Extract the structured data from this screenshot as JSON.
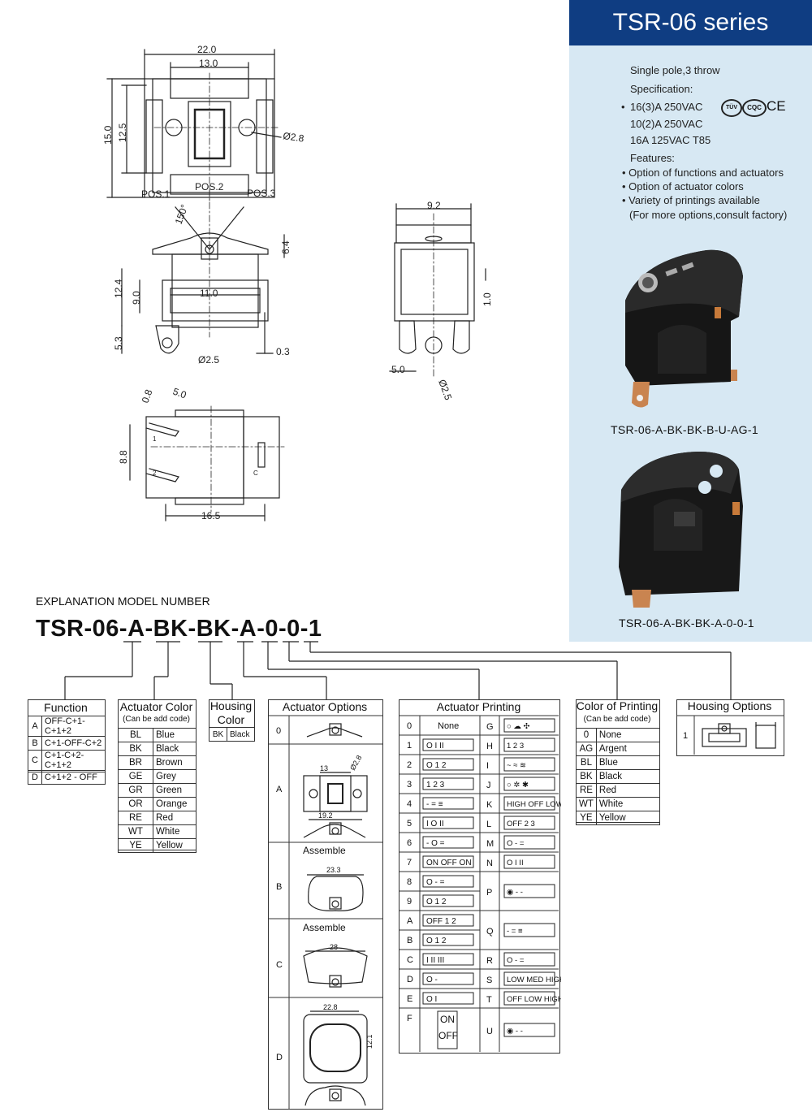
{
  "series_title": "TSR-06 series",
  "spec": {
    "pole": "Single pole,3 throw",
    "spec_label": "Specification:",
    "ratings": [
      "16(3)A 250VAC",
      "10(2)A 250VAC",
      "16A 125VAC T85"
    ],
    "features_label": "Features:",
    "features": [
      "Option of functions and actuators",
      "Option of actuator colors",
      "Variety of printings available"
    ],
    "note": "(For more options,consult factory)",
    "cert_marks": [
      "TÜV",
      "CQC",
      "CE"
    ]
  },
  "photos": {
    "caption1": "TSR-06-A-BK-BK-B-U-AG-1",
    "caption2": "TSR-06-A-BK-BK-A-0-0-1"
  },
  "drawing": {
    "dims": {
      "d22": "22.0",
      "d13": "13.0",
      "d15": "15.0",
      "d125": "12.5",
      "phi28": "Ø2.8",
      "pos1": "POS.1",
      "pos2": "POS.2",
      "pos3": "POS.3",
      "a150": "150°",
      "d64": "6.4",
      "d124": "12.4",
      "d90": "9.0",
      "d110": "11.0",
      "d53": "5.3",
      "phi25": "Ø2.5",
      "d03": "0.3",
      "d92": "9.2",
      "d10": "1.0",
      "d50": "5.0",
      "phi25b": "Ø2.5",
      "d08": "0.8",
      "d50b": "5.0",
      "d88": "8.8",
      "d165": "16.5",
      "t1": "1",
      "t2": "2",
      "tc": "C"
    }
  },
  "explanation": {
    "label": "EXPLANATION MODEL NUMBER",
    "model": "TSR-06-A-BK-BK-A-0-0-1"
  },
  "function": {
    "title": "Function",
    "rows": [
      [
        "A",
        "OFF-C+1-C+1+2"
      ],
      [
        "B",
        "C+1-OFF-C+2"
      ],
      [
        "C",
        "C+1-C+2-C+1+2"
      ],
      [
        "D",
        "C+1+2 - OFF"
      ]
    ]
  },
  "actuator_color": {
    "title": "Actuator Color",
    "subtitle": "(Can be add code)",
    "rows": [
      [
        "BL",
        "Blue"
      ],
      [
        "BK",
        "Black"
      ],
      [
        "BR",
        "Brown"
      ],
      [
        "GE",
        "Grey"
      ],
      [
        "GR",
        "Green"
      ],
      [
        "OR",
        "Orange"
      ],
      [
        "RE",
        "Red"
      ],
      [
        "WT",
        "White"
      ],
      [
        "YE",
        "Yellow"
      ]
    ]
  },
  "housing_color": {
    "title1": "Housing",
    "title2": "Color",
    "rows": [
      [
        "BK",
        "Black"
      ]
    ]
  },
  "actuator_options": {
    "title": "Actuator Options",
    "rows": [
      "0",
      "A",
      "B",
      "C",
      "D"
    ],
    "assemble": "Assemble",
    "dims": {
      "a13": "13",
      "a28": "Ø2.8",
      "a192": "19.2",
      "b233": "23.3",
      "c28": "28",
      "d228": "22.8",
      "d121": "12.1"
    }
  },
  "actuator_printing": {
    "title": "Actuator Printing",
    "left": [
      {
        "code": "0",
        "glyph": "None"
      },
      {
        "code": "1",
        "glyph": "O I II"
      },
      {
        "code": "2",
        "glyph": "O 1 2"
      },
      {
        "code": "3",
        "glyph": "1 2 3"
      },
      {
        "code": "4",
        "glyph": "- = ≡"
      },
      {
        "code": "5",
        "glyph": "I O II"
      },
      {
        "code": "6",
        "glyph": "- O ="
      },
      {
        "code": "7",
        "glyph": "ON OFF ON"
      },
      {
        "code": "8",
        "glyph": "O - ="
      },
      {
        "code": "9",
        "glyph": "O 1 2"
      },
      {
        "code": "A",
        "glyph": "OFF 1 2"
      },
      {
        "code": "B",
        "glyph": "O 1 2"
      },
      {
        "code": "C",
        "glyph": "I II III"
      },
      {
        "code": "D",
        "glyph": "O -"
      },
      {
        "code": "E",
        "glyph": "O I"
      },
      {
        "code": "F",
        "glyph": "ON OFF",
        "glyph2": "OFF"
      }
    ],
    "right": [
      {
        "code": "G",
        "glyph": "○ ☁ ✣"
      },
      {
        "code": "H",
        "glyph": "1 2 3"
      },
      {
        "code": "I",
        "glyph": "~ ≈ ≋"
      },
      {
        "code": "J",
        "glyph": "○ ✲ ✱"
      },
      {
        "code": "K",
        "glyph": "HIGH OFF LOW"
      },
      {
        "code": "L",
        "glyph": "OFF 2 3"
      },
      {
        "code": "M",
        "glyph": "O - ="
      },
      {
        "code": "N",
        "glyph": "O I II"
      },
      {
        "code": "P",
        "glyph": "◉ - -"
      },
      {
        "code": "Q",
        "glyph": "- = ≡"
      },
      {
        "code": "R",
        "glyph": "O - ="
      },
      {
        "code": "S",
        "glyph": "LOW MED HIGH"
      },
      {
        "code": "T",
        "glyph": "OFF LOW HIGH"
      },
      {
        "code": "U",
        "glyph": "◉ - -"
      }
    ]
  },
  "color_printing": {
    "title": "Color of Printing",
    "subtitle": "(Can be add code)",
    "rows": [
      [
        "0",
        "None"
      ],
      [
        "AG",
        "Argent"
      ],
      [
        "BL",
        "Blue"
      ],
      [
        "BK",
        "Black"
      ],
      [
        "RE",
        "Red"
      ],
      [
        "WT",
        "White"
      ],
      [
        "YE",
        "Yellow"
      ]
    ]
  },
  "housing_options": {
    "title": "Housing Options",
    "rows": [
      "1"
    ]
  }
}
